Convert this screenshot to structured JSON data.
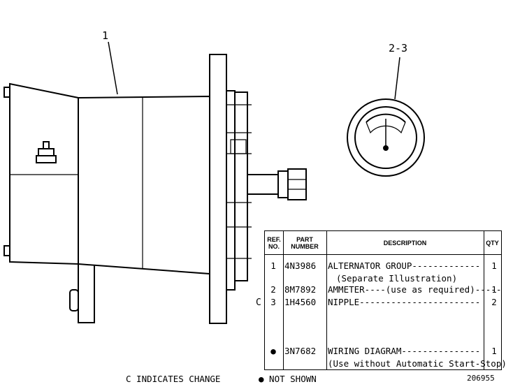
{
  "callouts": {
    "alternator": "1",
    "ammeter": "2-3"
  },
  "table": {
    "headers": {
      "ref_no": "REF. NO.",
      "part_number": "PART NUMBER",
      "description": "DESCRIPTION",
      "qty": "QTY"
    },
    "rows": [
      {
        "ref": "1",
        "part": "4N3986",
        "desc": "ALTERNATOR GROUP-------------",
        "qty": "1",
        "cont": "(Separate Illustration)"
      },
      {
        "ref": "2",
        "part": "8M7892",
        "desc": "AMMETER----(use as required)-----",
        "qty": "1"
      },
      {
        "ref": "3",
        "part": "1H4560",
        "desc": "NIPPLE-----------------------",
        "qty": "2",
        "change": "C"
      },
      {
        "ref": "●",
        "part": "3N7682",
        "desc": "WIRING DIAGRAM---------------",
        "qty": "1",
        "cont": "(Use without Automatic Start-Stop)"
      }
    ]
  },
  "footer": {
    "change_note": "C INDICATES CHANGE",
    "not_shown": "● NOT SHOWN",
    "illustration_no": "206955"
  }
}
